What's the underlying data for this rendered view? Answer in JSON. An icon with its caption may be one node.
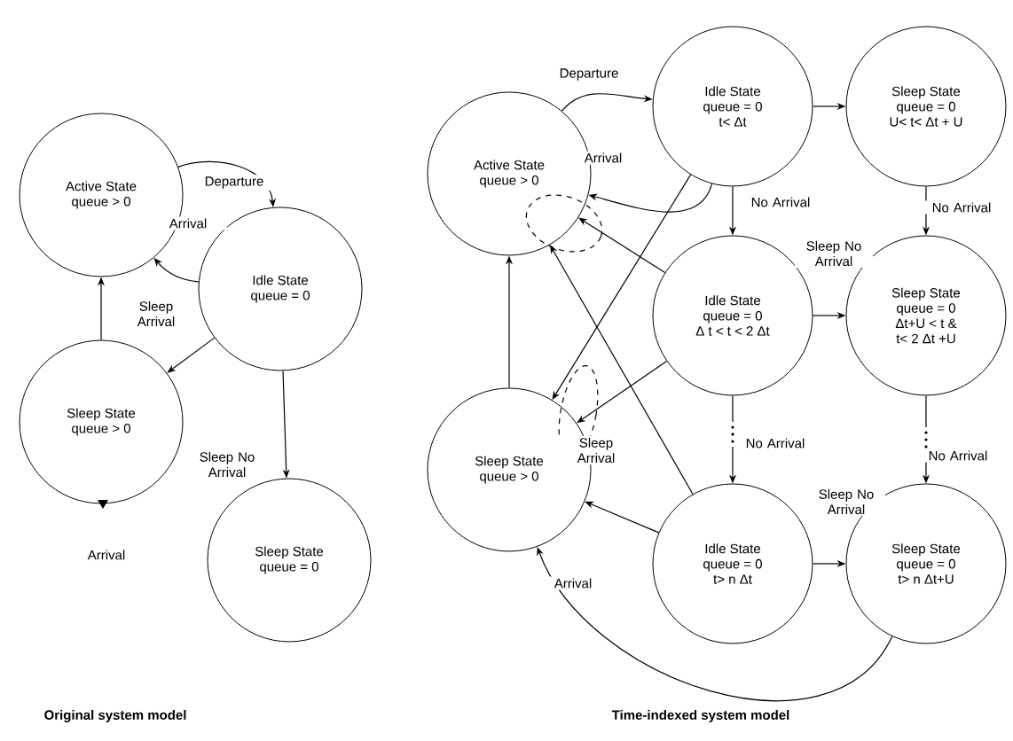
{
  "diagram": {
    "nodes": [
      {
        "text": [
          "Active State",
          "queue > 0"
        ]
      },
      {
        "text": [
          "Idle State",
          "queue = 0"
        ]
      },
      {
        "text": [
          "Sleep State",
          "queue > 0"
        ]
      },
      {
        "text": [
          "Sleep State",
          "queue = 0"
        ]
      },
      {
        "text": [
          "Active State",
          "queue > 0"
        ]
      },
      {
        "text": [
          "Idle State",
          "queue = 0",
          "t< Δt"
        ]
      },
      {
        "text": [
          "Sleep State",
          "queue = 0",
          "U< t<  Δt + U"
        ]
      },
      {
        "text": [
          "Idle State",
          "queue = 0",
          "Δ t < t < 2  Δt"
        ]
      },
      {
        "text": [
          "Sleep State",
          "queue = 0",
          "Δt+U < t &",
          "t< 2 Δt +U"
        ]
      },
      {
        "text": [
          "Sleep State",
          "queue > 0"
        ]
      },
      {
        "text": [
          "Idle State",
          "queue = 0",
          "t> n Δt"
        ]
      },
      {
        "text": [
          "Sleep State",
          "queue = 0",
          "t> n Δt+U"
        ]
      }
    ],
    "edges": [
      {
        "from": 0,
        "to": 1,
        "arrow": "to",
        "label": "Departure"
      },
      {
        "from": 1,
        "to": 0,
        "arrow": "to",
        "label": "Arrival"
      },
      {
        "from": 2,
        "to": 0,
        "arrow": "to"
      },
      {
        "from": 1,
        "to": 2,
        "arrow": "to",
        "label": "Sleep Arrival"
      },
      {
        "from": 1,
        "to": 3,
        "arrow": "to",
        "label": "Sleep No Arrival"
      },
      {
        "from": 4,
        "to": 5,
        "arrow": "to",
        "label": "Departure"
      },
      {
        "from": 5,
        "to": 4,
        "arrow": "to",
        "label": "Arrival"
      },
      {
        "from": 5,
        "to": 6,
        "arrow": "to"
      },
      {
        "from": 5,
        "to": 7,
        "arrow": "to",
        "label": "No Arrival"
      },
      {
        "from": 6,
        "to": 8,
        "arrow": "to",
        "label": "No Arrival"
      },
      {
        "from": 7,
        "to": 8,
        "arrow": "to",
        "label": "Sleep No Arrival"
      },
      {
        "from": 7,
        "to": 10,
        "arrow": "to",
        "label": "No Arrival"
      },
      {
        "from": 8,
        "to": 11,
        "arrow": "to",
        "label": "No Arrival"
      },
      {
        "from": 10,
        "to": 11,
        "arrow": "to",
        "label": "Sleep No Arrival"
      },
      {
        "from": 9,
        "to": 4,
        "arrow": "to"
      },
      {
        "from": 7,
        "to": 4,
        "arrow": "to"
      },
      {
        "from": 10,
        "to": 4,
        "arrow": "to"
      },
      {
        "from": 5,
        "to": 9,
        "arrow": "to"
      },
      {
        "from": 7,
        "to": 9,
        "arrow": "to"
      },
      {
        "from": 10,
        "to": 9,
        "arrow": "to",
        "label": "Sleep Arrival"
      },
      {
        "from": 11,
        "to": 9,
        "arrow": "to",
        "label": "Arrival"
      }
    ],
    "labels": [
      "Arrival",
      "Original system model",
      "Time-indexed system model"
    ]
  }
}
